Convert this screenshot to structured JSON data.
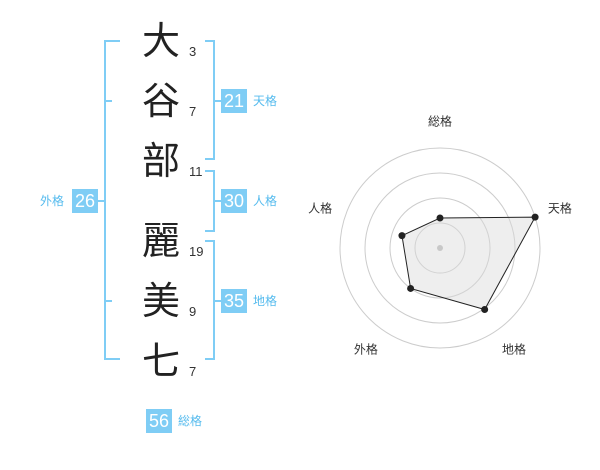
{
  "characters": [
    {
      "char": "大",
      "strokes": "3"
    },
    {
      "char": "谷",
      "strokes": "7"
    },
    {
      "char": "部",
      "strokes": "11"
    },
    {
      "char": "麗",
      "strokes": "19"
    },
    {
      "char": "美",
      "strokes": "9"
    },
    {
      "char": "七",
      "strokes": "7"
    }
  ],
  "fortune": {
    "ten": {
      "value": "21",
      "label": "天格"
    },
    "jin": {
      "value": "30",
      "label": "人格"
    },
    "chi": {
      "value": "35",
      "label": "地格"
    },
    "gai": {
      "value": "26",
      "label": "外格"
    },
    "sou": {
      "value": "56",
      "label": "総格"
    }
  },
  "colors": {
    "accent": "#7fcdf5",
    "accent_text": "#55bbee",
    "bracket": "#7fcdf5"
  },
  "chart_data": {
    "type": "radar",
    "axes": [
      "総格",
      "天格",
      "地格",
      "外格",
      "人格"
    ],
    "rlim": [
      0,
      5
    ],
    "rings": 4,
    "series": [
      {
        "values": [
          1.5,
          5.0,
          3.8,
          2.5,
          2.0
        ]
      }
    ]
  }
}
